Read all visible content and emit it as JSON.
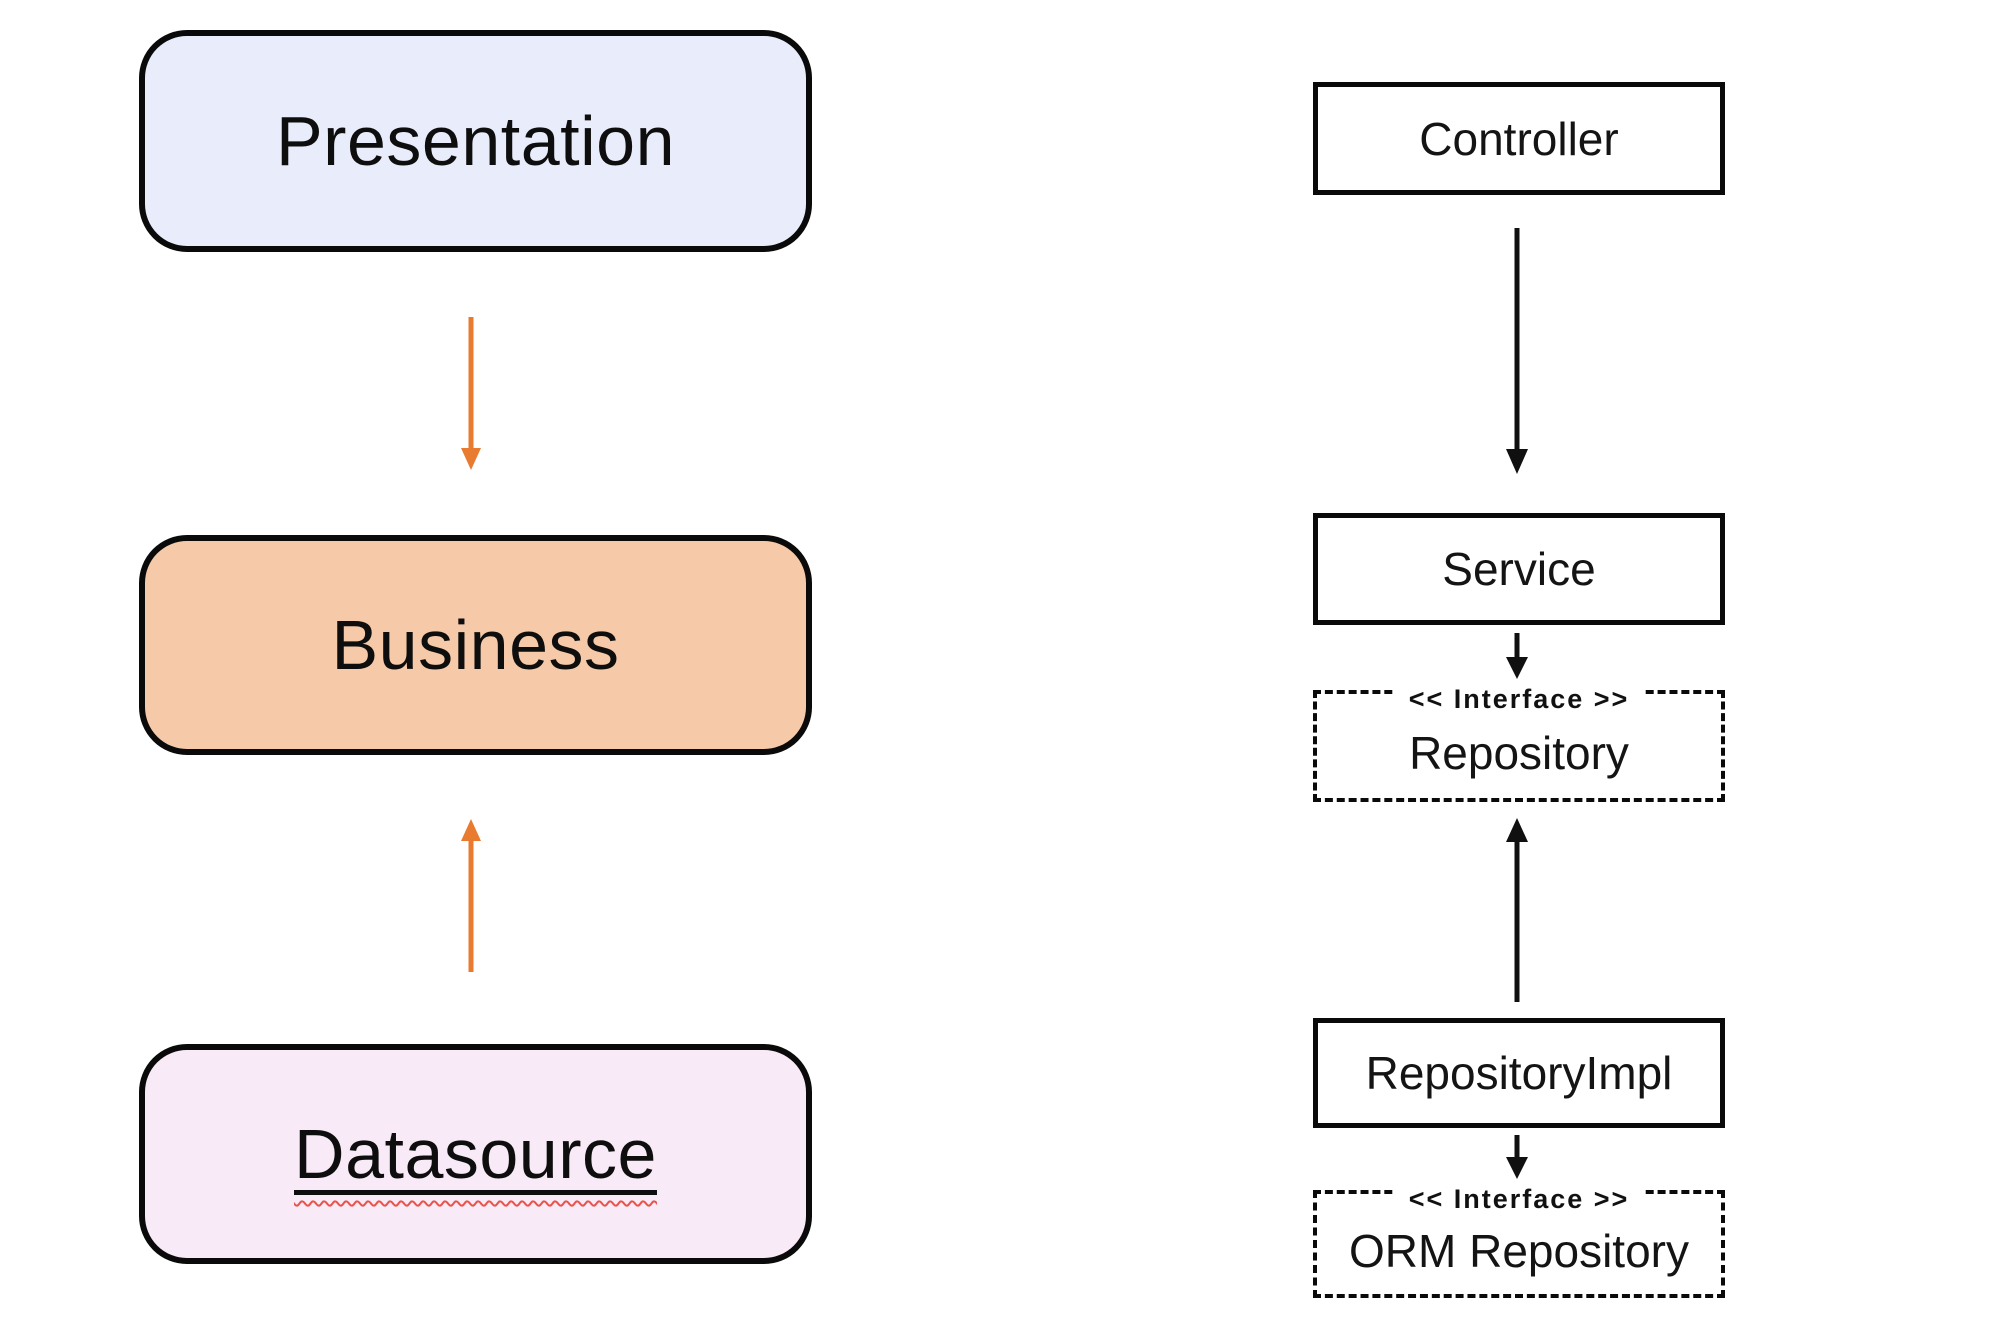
{
  "colors": {
    "presentation_fill": "#E9EDFB",
    "business_fill": "#F6C9A8",
    "datasource_fill": "#F8EAF7",
    "arrow_orange": "#E87B30",
    "box_border": "#0A0A0A",
    "squiggle_red": "#E8544A"
  },
  "left_column": {
    "layers": [
      {
        "label": "Presentation"
      },
      {
        "label": "Business"
      },
      {
        "label": "Datasource"
      }
    ]
  },
  "right_column": {
    "nodes": [
      {
        "label": "Controller"
      },
      {
        "label": "Service"
      },
      {
        "stereotype": "<< Interface >>",
        "label": "Repository"
      },
      {
        "label": "RepositoryImpl"
      },
      {
        "stereotype": "<< Interface >>",
        "label": "ORM Repository"
      }
    ]
  },
  "connections": [
    {
      "from": "Presentation",
      "to": "Business",
      "style": "orange-arrow",
      "direction": "down"
    },
    {
      "from": "Datasource",
      "to": "Business",
      "style": "orange-arrow",
      "direction": "up"
    },
    {
      "from": "Controller",
      "to": "Service",
      "style": "black-arrow",
      "direction": "down"
    },
    {
      "from": "Service",
      "to": "Repository",
      "style": "black-arrow",
      "direction": "down"
    },
    {
      "from": "RepositoryImpl",
      "to": "Repository",
      "style": "black-arrow",
      "direction": "up"
    },
    {
      "from": "RepositoryImpl",
      "to": "ORM Repository",
      "style": "black-arrow",
      "direction": "down"
    }
  ]
}
